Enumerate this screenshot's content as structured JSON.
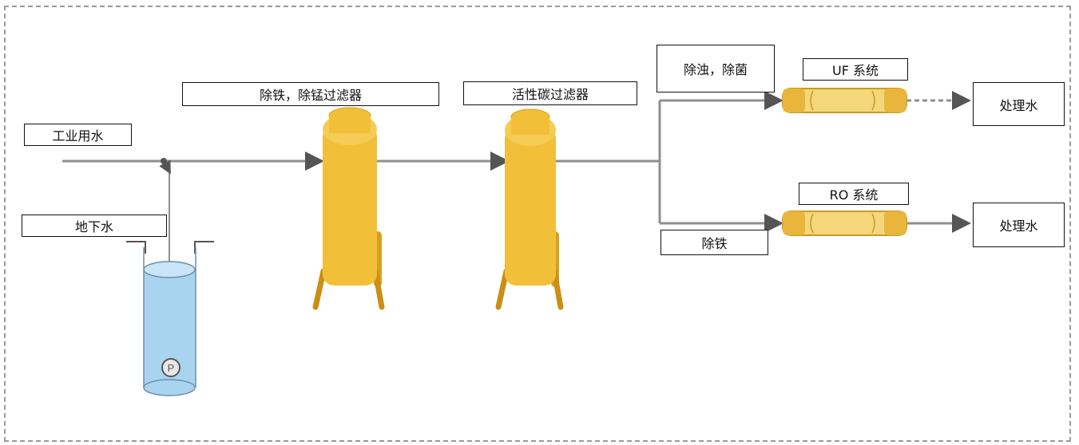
{
  "labels": {
    "industrial_water": "工业用水",
    "groundwater": "地下水",
    "iron_manganese_filter": "除铁，除锰过滤器",
    "activated_carbon_filter": "活性碳过滤器",
    "turbidity_bacteria_removal": "除浊，除菌",
    "iron_removal": "除铁",
    "uf_system": "UF 系统",
    "ro_system": "RO 系统",
    "treated_water_top": "处理水",
    "treated_water_bottom": "处理水",
    "pump_symbol": "P"
  },
  "colors": {
    "tank": "#f2c038",
    "tank_dark": "#d8a020",
    "well_water": "#a9d4f0",
    "pipe": "#8f8f8f",
    "membrane": "#f3d77a"
  }
}
